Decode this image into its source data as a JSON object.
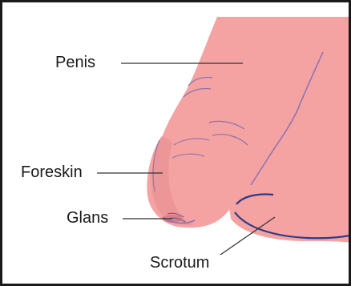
{
  "labels": {
    "penis": "Penis",
    "foreskin": "Foreskin",
    "glans": "Glans",
    "scrotum": "Scrotum"
  },
  "colors": {
    "skin": "#f4a3a2",
    "skin_shadow": "#e58c8e",
    "vein": "#8a72b0",
    "outline": "#2f3a8a",
    "leader_line": "#333333",
    "frame": "#1a1a1a"
  }
}
